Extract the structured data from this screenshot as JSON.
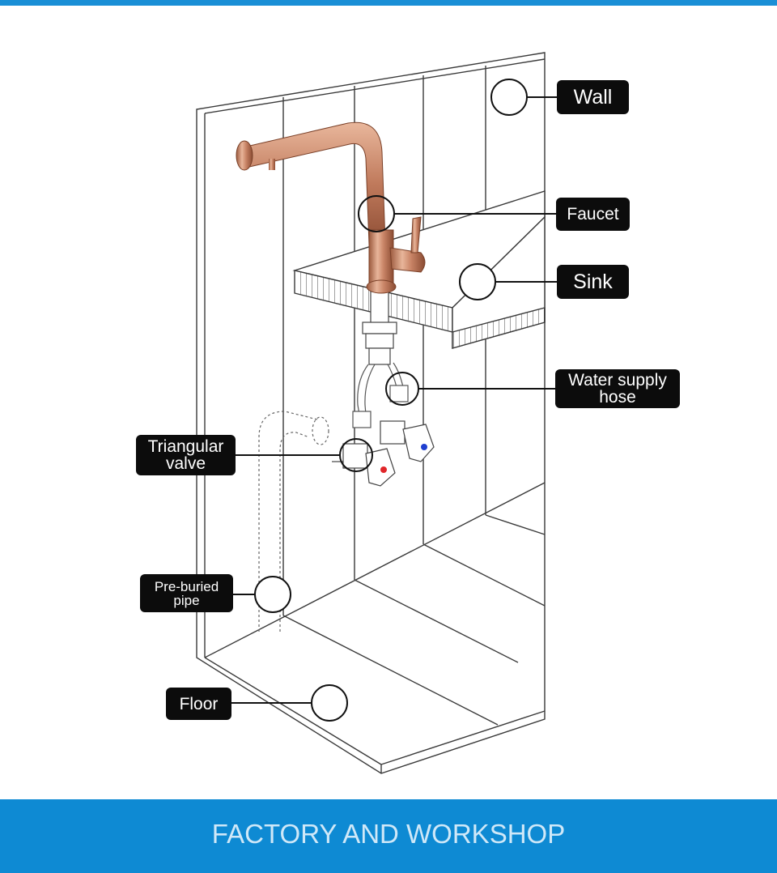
{
  "labels": {
    "wall": "Wall",
    "faucet": "Faucet",
    "sink": "Sink",
    "water_supply_hose_line1": "Water supply",
    "water_supply_hose_line2": "hose",
    "triangular_valve_line1": "Triangular",
    "triangular_valve_line2": "valve",
    "pre_buried_pipe_line1": "Pre-buried",
    "pre_buried_pipe_line2": "pipe",
    "floor": "Floor"
  },
  "footer": {
    "title": "FACTORY AND WORKSHOP"
  },
  "colors": {
    "accent_blue": "#1a8fd6",
    "footer_blue": "#0e8ad3",
    "faucet_rose_gold": "#c98a6c",
    "label_bg": "#0c0c0c",
    "hot_red": "#e0262a",
    "cold_blue": "#1f3fd0"
  }
}
